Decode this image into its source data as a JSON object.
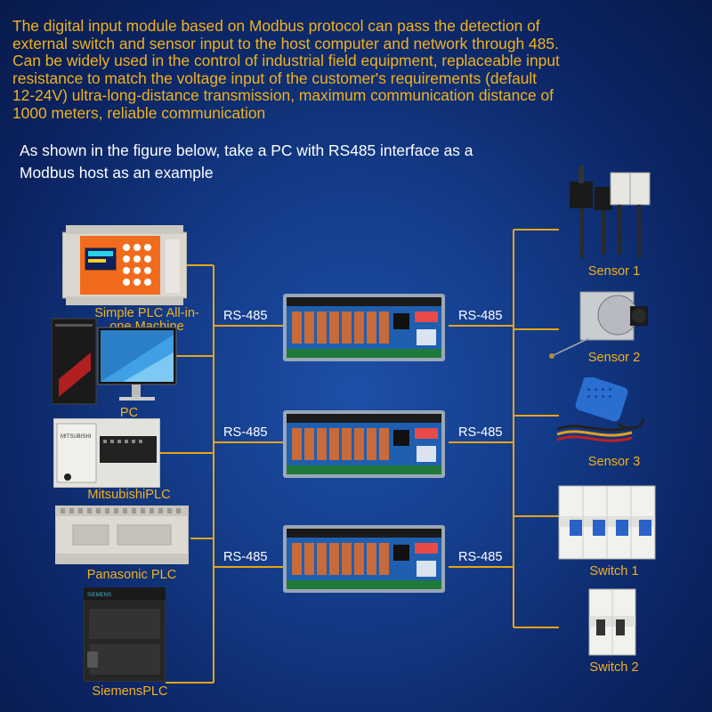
{
  "intro": {
    "lines": [
      "The digital input module based on Modbus protocol can pass the detection of",
      "external switch and sensor input to the host computer and network through 485.",
      "Can be widely used in the control of industrial field equipment, replaceable input",
      "resistance to match the voltage input of the customer's requirements (default",
      "12-24V) ultra-long-distance transmission, maximum communication distance of",
      "1000 meters, reliable communication"
    ]
  },
  "subtitle": {
    "lines": [
      "As shown in the figure below, take a PC with RS485 interface as a",
      "Modbus host as an example"
    ]
  },
  "hosts": [
    {
      "label_lines": [
        "Simple PLC All-in-",
        "one Machine"
      ]
    },
    {
      "label": "PC"
    },
    {
      "label": "MitsubishiPLC"
    },
    {
      "label": "Panasonic PLC"
    },
    {
      "label": "SiemensPLC"
    }
  ],
  "links": {
    "left": [
      "RS-485",
      "RS-485",
      "RS-485"
    ],
    "right": [
      "RS-485",
      "RS-485",
      "RS-485"
    ]
  },
  "devices": [
    {
      "label": "Sensor 1"
    },
    {
      "label": "Sensor 2"
    },
    {
      "label": "Sensor 3"
    },
    {
      "label": "Switch 1"
    },
    {
      "label": "Switch 2"
    }
  ],
  "icons": {
    "plc_brand": "MITSUBISHI",
    "siemens_brand": "SIEMENS"
  },
  "colors": {
    "accent": "#f2b21c",
    "line": "#e8a418",
    "text": "#ffffff",
    "module_board": "#1f5fb0",
    "relay": "#c86a3a"
  }
}
